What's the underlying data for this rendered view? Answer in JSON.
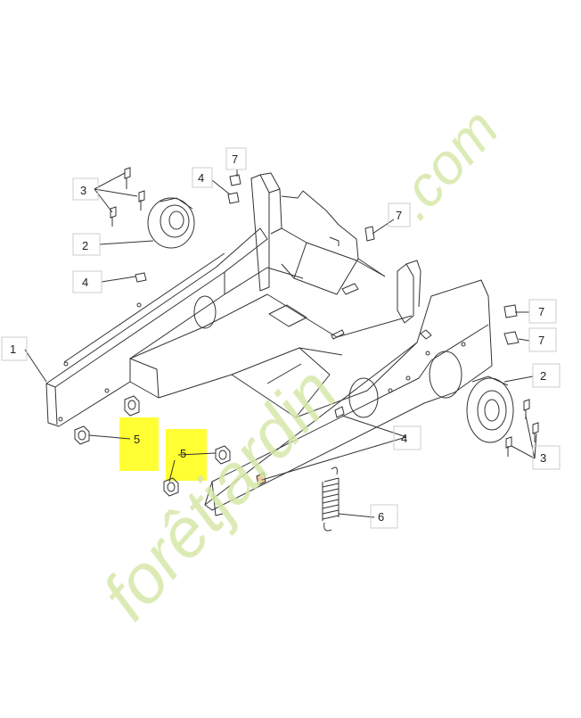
{
  "colors": {
    "line": "#333333",
    "highlight": "#ffff33",
    "watermark_green": "#d6e8a9",
    "watermark_orange": "#f3c89a",
    "label_box": "#cccccc"
  },
  "watermark": {
    "text_main": "forêtjardin",
    "text_suffix": ".com"
  },
  "callouts": [
    {
      "id": "frame",
      "number": "1"
    },
    {
      "id": "pulley-left",
      "number": "2"
    },
    {
      "id": "bolts-left",
      "number": "3"
    },
    {
      "id": "nut-plate-a",
      "number": "4"
    },
    {
      "id": "nut-plate-b",
      "number": "4"
    },
    {
      "id": "clip-top",
      "number": "7"
    },
    {
      "id": "clip-mid",
      "number": "7"
    },
    {
      "id": "clip-right-a",
      "number": "7"
    },
    {
      "id": "clip-right-b",
      "number": "7"
    },
    {
      "id": "pulley-right",
      "number": "2"
    },
    {
      "id": "bolts-right",
      "number": "3"
    },
    {
      "id": "nut-plates-front",
      "number": "4"
    },
    {
      "id": "nut-left",
      "number": "5"
    },
    {
      "id": "nut-right",
      "number": "5"
    },
    {
      "id": "spring",
      "number": "6"
    }
  ]
}
